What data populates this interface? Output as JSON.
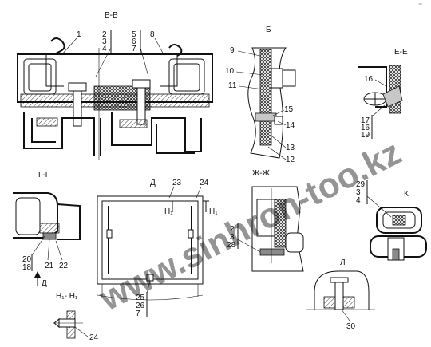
{
  "sections": {
    "vv": "В-В",
    "b": "Б",
    "ee": "Е-Е",
    "gg": "Г-Г",
    "d": "Д",
    "zhzh": "Ж-Ж",
    "k": "К",
    "l": "Л",
    "h1h1": "Н₁- Н₁",
    "h1a": "Н₁",
    "h1b": "Н₁",
    "d_arrow": "Д"
  },
  "callouts": {
    "c1": "1",
    "c2": "2",
    "c3": "3",
    "c4": "4",
    "c5": "5",
    "c6": "6",
    "c7": "7",
    "c8": "8",
    "c9": "9",
    "c10": "10",
    "c11": "11",
    "c15": "15",
    "c14": "14",
    "c13": "13",
    "c12": "12",
    "c16": "16",
    "c17": "17",
    "c16b": "16",
    "c19": "19",
    "c29": "29",
    "c3k": "3",
    "c4k": "4",
    "c23": "23",
    "c24": "24",
    "c2z": "2",
    "c3z": "3",
    "c28": "28",
    "c20": "20",
    "c18": "18",
    "c21": "21",
    "c22": "22",
    "c25": "25",
    "c26": "26",
    "c7b": "7",
    "c30": "30",
    "c24b": "24"
  },
  "corner_mark": "⁻",
  "watermark": "www.sinhron-too.kz"
}
